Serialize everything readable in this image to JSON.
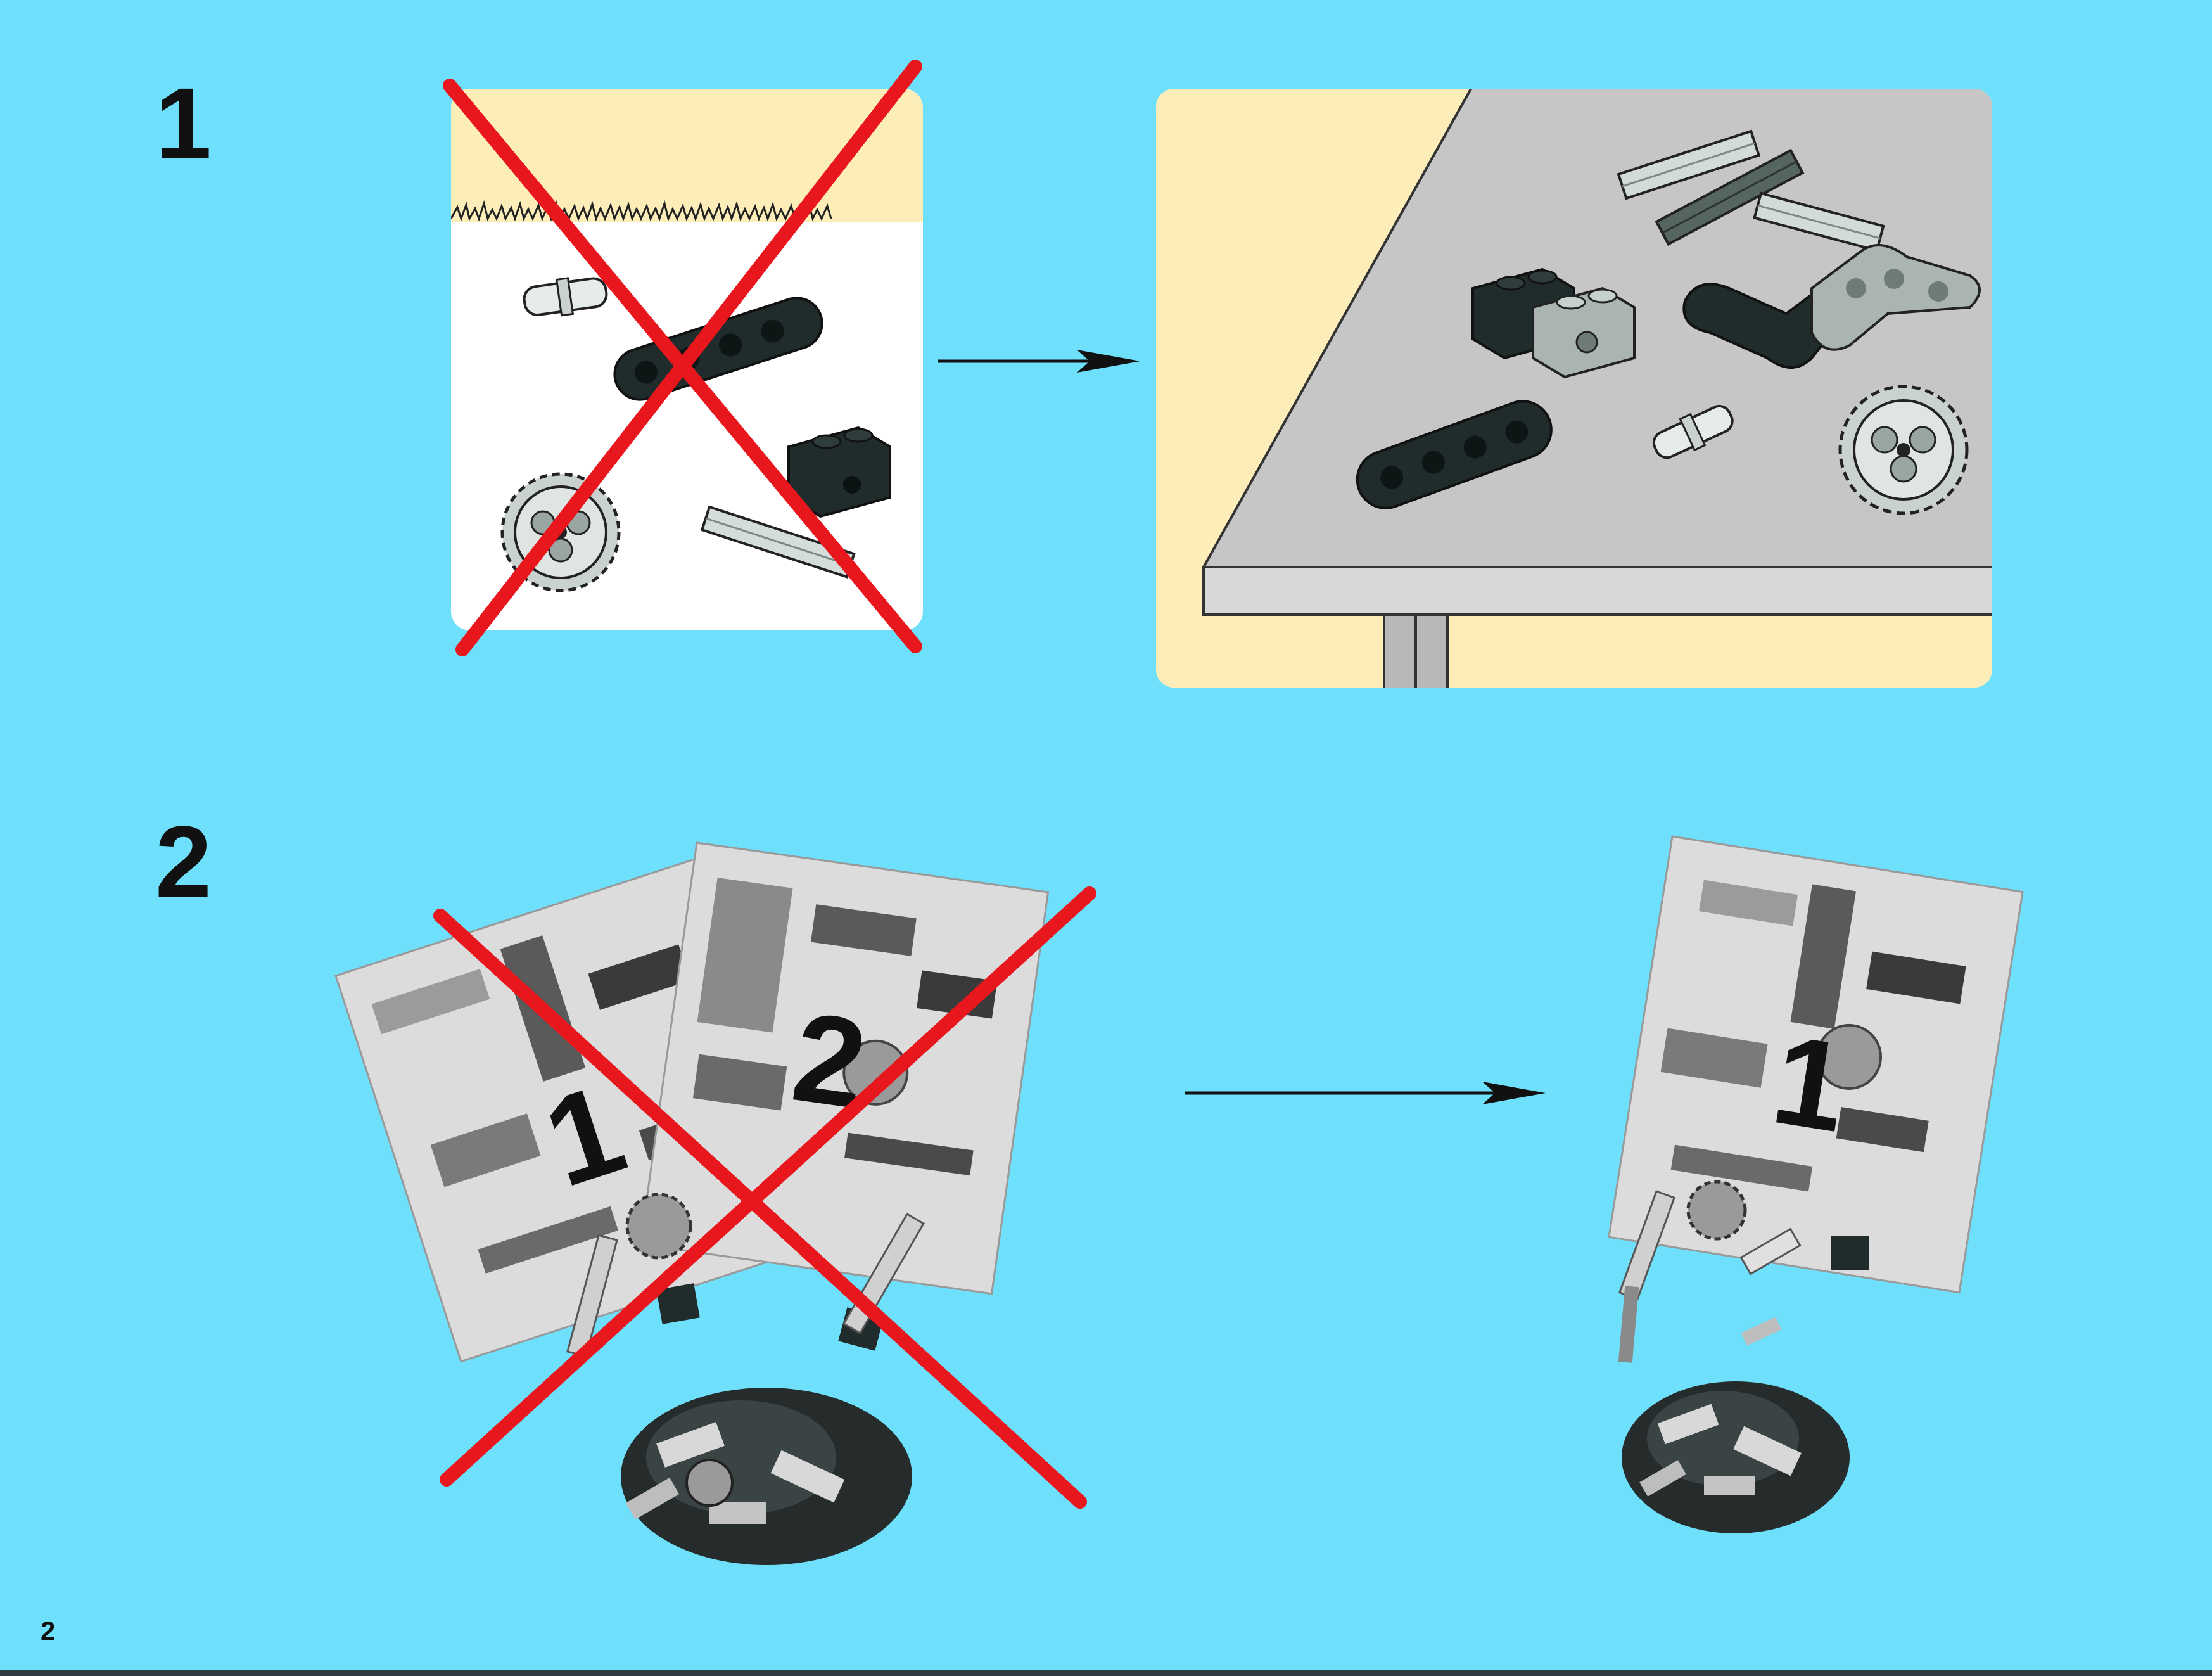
{
  "page": {
    "background_color": "#6fe0fb",
    "page_number": "2"
  },
  "steps": [
    {
      "number": "1",
      "wrong_panel": {
        "marked": "red-x",
        "scene": "parts-on-grass"
      },
      "right_panel": {
        "scene": "parts-on-table"
      }
    },
    {
      "number": "2",
      "wrong_panel": {
        "marked": "red-x",
        "bags": [
          {
            "label": "1"
          },
          {
            "label": "2"
          }
        ]
      },
      "right_panel": {
        "bags": [
          {
            "label": "1"
          }
        ]
      }
    }
  ],
  "colors": {
    "cross": "#e8161d",
    "panel_cream": "#fdeeb9",
    "table_top": "#c6c6c6",
    "brick_dark": "#1f2c2b",
    "brick_light": "#aab5b3"
  }
}
